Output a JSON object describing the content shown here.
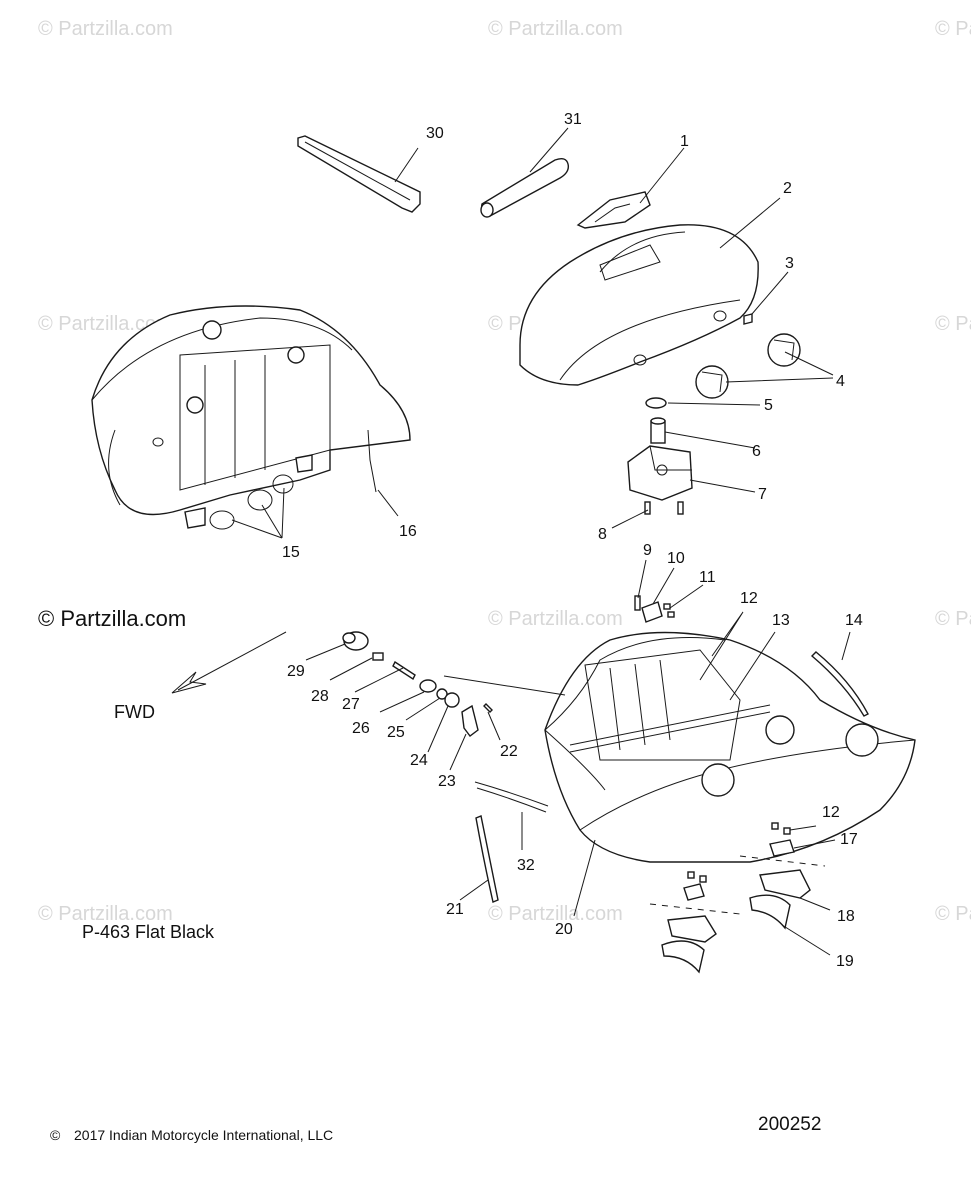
{
  "watermark": "© Partzilla.com",
  "brand_mark": "© Partzilla.com",
  "direction_label": "FWD",
  "paint_code": "P-463  Flat Black",
  "copyright": "2017 Indian Motorcycle International, LLC",
  "copyright_symbol": "©",
  "diagram_number": "200252",
  "callouts": {
    "c1": "1",
    "c2": "2",
    "c3": "3",
    "c4": "4",
    "c5": "5",
    "c6": "6",
    "c7": "7",
    "c8": "8",
    "c9": "9",
    "c10": "10",
    "c11": "11",
    "c12a": "12",
    "c12b": "12",
    "c13": "13",
    "c14": "14",
    "c15": "15",
    "c16": "16",
    "c17": "17",
    "c18": "18",
    "c19": "19",
    "c20": "20",
    "c21": "21",
    "c22": "22",
    "c23": "23",
    "c24": "24",
    "c25": "25",
    "c26": "26",
    "c27": "27",
    "c28": "28",
    "c29": "29",
    "c30": "30",
    "c31": "31",
    "c32": "32"
  }
}
